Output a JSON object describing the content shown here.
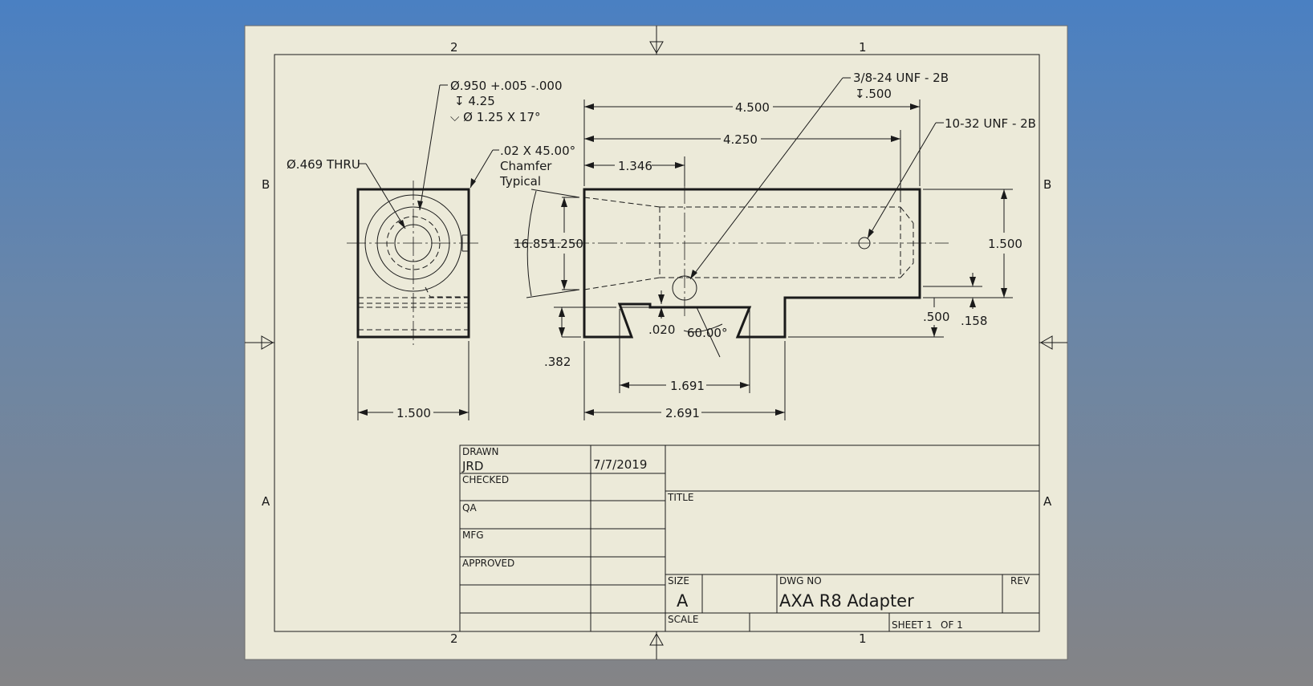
{
  "zones": {
    "top_left": "2",
    "top_right": "1",
    "bottom_left": "2",
    "bottom_right": "1",
    "left_upper": "B",
    "left_lower": "A",
    "right_upper": "B",
    "right_lower": "A"
  },
  "notes": {
    "bore_dia": "Ø.950 +.005 -.000",
    "bore_depth": "↧ 4.25",
    "bore_csk": "⌵ Ø 1.25 X 17°",
    "thru_hole": "Ø.469 THRU",
    "chamfer_1": ".02 X 45.00°",
    "chamfer_2": "Chamfer",
    "chamfer_3": "Typical",
    "tap_large": "3/8-24 UNF - 2B",
    "tap_large_depth": "↧.500",
    "tap_small": "10-32 UNF - 2B"
  },
  "dimensions": {
    "len_4500": "4.500",
    "len_4250": "4.250",
    "len_1346": "1.346",
    "angle_1685": "16.85°",
    "dia_1250": "1.250",
    "height_1500": "1.500",
    "d_500": ".500",
    "d_158": ".158",
    "d_020": ".020",
    "angle_60": "60.00°",
    "d_382": ".382",
    "len_1691": "1.691",
    "len_2691": "2.691",
    "width_1500": "1.500"
  },
  "title_block": {
    "drawn_label": "DRAWN",
    "drawn_by": "JRD",
    "drawn_date": "7/7/2019",
    "checked_label": "CHECKED",
    "qa_label": "QA",
    "mfg_label": "MFG",
    "approved_label": "APPROVED",
    "title_label": "TITLE",
    "size_label": "SIZE",
    "size_value": "A",
    "dwg_no_label": "DWG NO",
    "dwg_no_value": "AXA R8 Adapter",
    "rev_label": "REV",
    "scale_label": "SCALE",
    "sheet_label": "SHEET 1",
    "of_label": "OF 1"
  },
  "colors": {
    "paper": "#ecead9",
    "ink": "#1a1a1a",
    "background_top": "#4a80c2",
    "background_bottom": "#848486"
  }
}
